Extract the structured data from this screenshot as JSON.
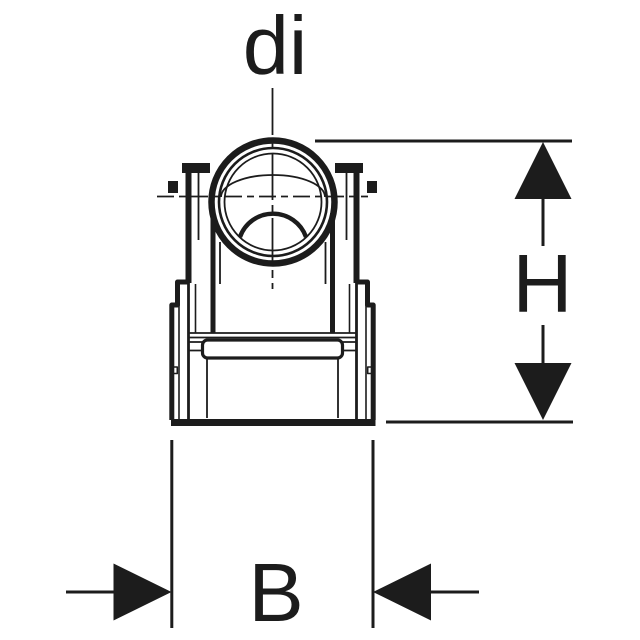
{
  "colors": {
    "line": "#1c1c1c",
    "background": "#ffffff"
  },
  "labels": {
    "inner_diameter": "di",
    "height": "H",
    "width": "B"
  }
}
